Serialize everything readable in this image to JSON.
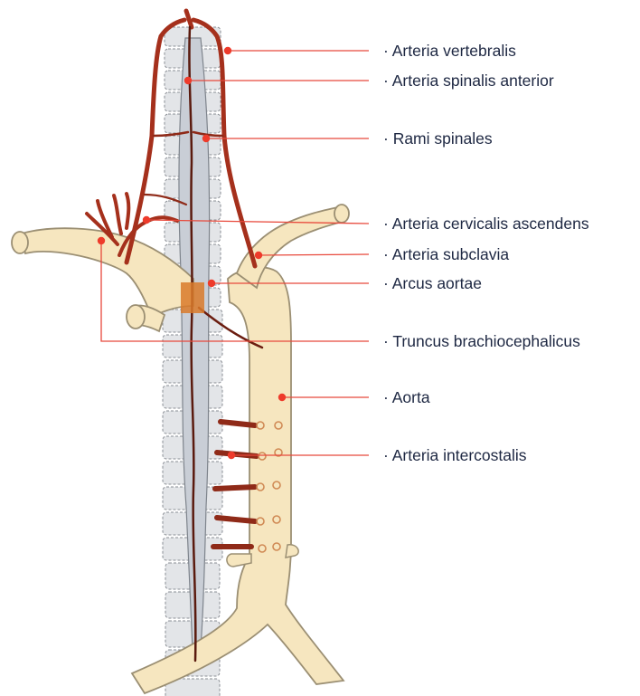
{
  "figure": {
    "colors": {
      "artery": "#a5301c",
      "artery_dark": "#6b1d10",
      "aorta_fill": "#f6e6bf",
      "aorta_stroke": "#9b8f73",
      "vertebra_fill": "#e3e5e8",
      "vertebra_stroke": "#8a8e94",
      "cord_fill": "#c9ced6",
      "leader_line": "#e8493c",
      "leader_dot": "#ee3b2b",
      "label_text": "#1d2742"
    },
    "labels": [
      {
        "id": "arteria-vertebralis",
        "text": "· Arteria vertebralis"
      },
      {
        "id": "arteria-spinalis-anterior",
        "text": "· Arteria spinalis anterior"
      },
      {
        "id": "rami-spinales",
        "text": "· Rami spinales"
      },
      {
        "id": "arteria-cervicalis-ascendens",
        "text": "· Arteria cervicalis ascendens"
      },
      {
        "id": "arteria-subclavia",
        "text": "· Arteria subclavia"
      },
      {
        "id": "arcus-aortae",
        "text": "· Arcus aortae"
      },
      {
        "id": "truncus-brachiocephalicus",
        "text": "· Truncus brachiocephalicus"
      },
      {
        "id": "aorta",
        "text": "· Aorta"
      },
      {
        "id": "arteria-intercostalis",
        "text": "· Arteria intercostalis"
      }
    ]
  }
}
